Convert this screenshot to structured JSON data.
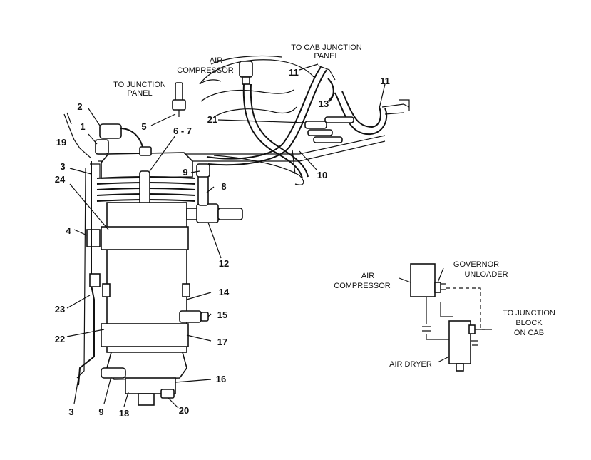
{
  "callouts": {
    "air_compressor": [
      "AIR",
      "COMPRESSOR"
    ],
    "to_cab_junction_panel": [
      "TO CAB JUNCTION",
      "PANEL"
    ],
    "to_junction_panel": [
      "TO JUNCTION",
      "PANEL"
    ]
  },
  "part_numbers": {
    "n1": "1",
    "n2": "2",
    "n3a": "3",
    "n3b": "3",
    "n4": "4",
    "n5": "5",
    "n6_7": "6 - 7",
    "n8": "8",
    "n9a": "9",
    "n9b": "9",
    "n10": "10",
    "n11a": "11",
    "n11b": "11",
    "n12": "12",
    "n13": "13",
    "n14": "14",
    "n15": "15",
    "n16": "16",
    "n17": "17",
    "n18": "18",
    "n19": "19",
    "n20": "20",
    "n21": "21",
    "n22": "22",
    "n23": "23",
    "n24": "24"
  },
  "schematic": {
    "air_compressor": [
      "AIR",
      "COMPRESSOR"
    ],
    "governor_unloader": [
      "GOVERNOR",
      "UNLOADER"
    ],
    "to_junction_block": [
      "TO JUNCTION",
      "BLOCK",
      "ON CAB"
    ],
    "air_dryer": "AIR DRYER"
  }
}
